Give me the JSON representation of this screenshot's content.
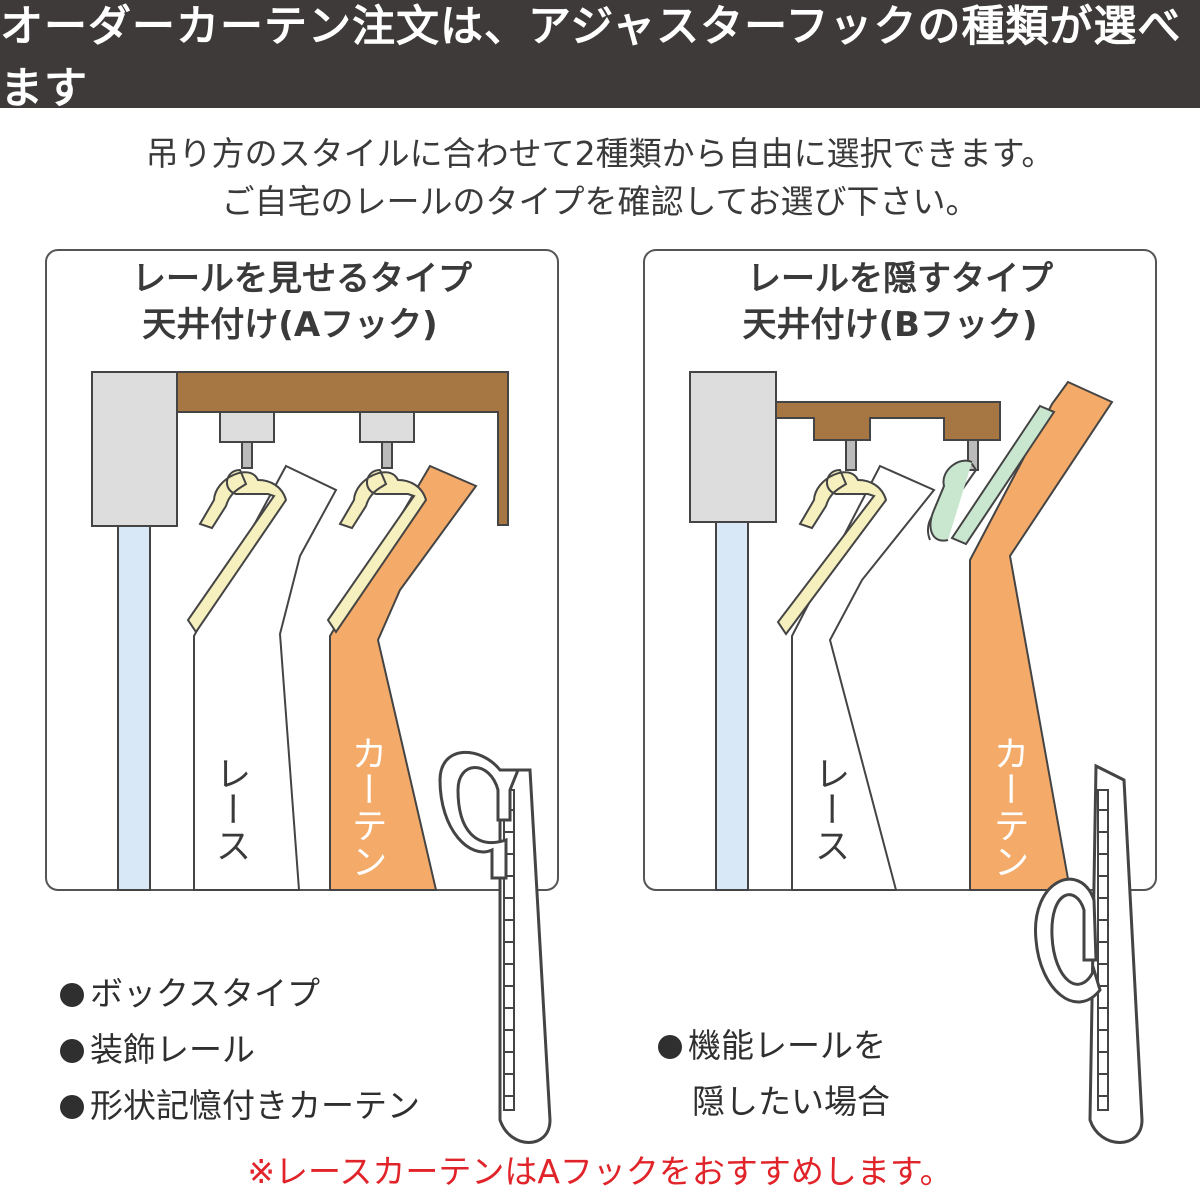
{
  "header": {
    "title": "オーダーカーテン注文は、アジャスターフックの種類が選べます"
  },
  "intro": {
    "line1": "吊り方のスタイルに合わせて2種類から自由に選択できます。",
    "line2": "ご自宅のレールのタイプを確認してお選び下さい。"
  },
  "panel_a": {
    "title_line1": "レールを見せるタイプ",
    "title_line2": "天井付け(Aフック)",
    "lace_label": "レース",
    "curtain_label": "カーテン",
    "bullets": [
      "ボックスタイプ",
      "装飾レール",
      "形状記憶付きカーテン"
    ]
  },
  "panel_b": {
    "title_line1": "レールを隠すタイプ",
    "title_line2": "天井付け(Bフック)",
    "lace_label": "レース",
    "curtain_label": "カーテン",
    "bullet_line1": "機能レールを",
    "bullet_line2": "隠したい場合"
  },
  "note": "※レースカーテンはAフックをおすすめします。",
  "colors": {
    "header_bg": "#3d3a39",
    "rail_brown": "#a67742",
    "curtain_orange": "#f4ab6a",
    "hook_cream": "#f6efbe",
    "hook_green": "#c9e6cf",
    "note_red": "#e0242a",
    "window_blue": "#d9e8f6"
  }
}
